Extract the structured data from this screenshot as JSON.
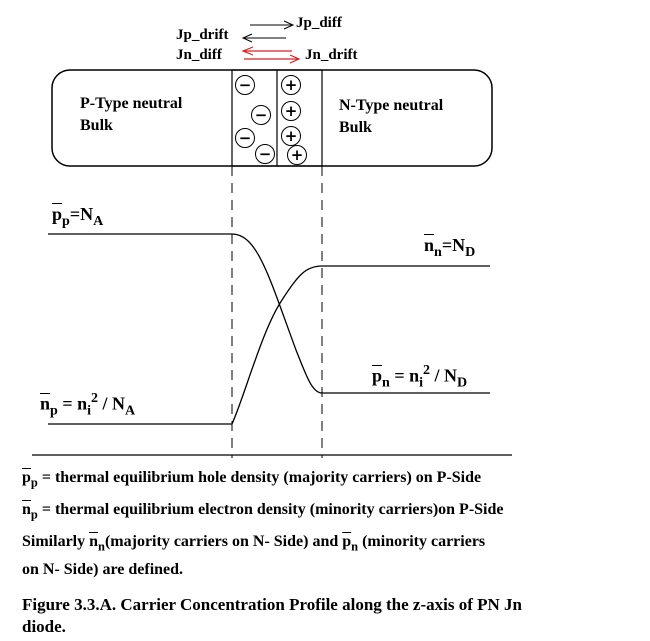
{
  "currents": {
    "jp_drift": "Jp_drift",
    "jp_diff": "Jp_diff",
    "jn_diff": "Jn_diff",
    "jn_drift": "Jn_drift"
  },
  "bulk": {
    "p_line1": "P-Type neutral",
    "p_line2": "Bulk",
    "n_line1": "N-Type neutral",
    "n_line2": "Bulk"
  },
  "ions": {
    "negative": "−",
    "positive": "+"
  },
  "curve_labels": {
    "pp": {
      "var": "p",
      "sub": "p",
      "eq": "=N",
      "eq_sub": "A"
    },
    "nn": {
      "var": "n",
      "sub": "n",
      "eq": "=N",
      "eq_sub": "D"
    },
    "pn": {
      "var": "p",
      "sub": "n",
      "eq": " = n",
      "eq_sub": "i",
      "sup": "2",
      "tail": " / N",
      "tail_sub": "D"
    },
    "np": {
      "var": "n",
      "sub": "p",
      "eq": " = n",
      "eq_sub": "i",
      "sup": "2",
      "tail": " / N",
      "tail_sub": "A"
    }
  },
  "legend": {
    "line1_var": "p",
    "line1_sub": "p",
    "line1_text": "=  thermal equilibrium hole density (majority carriers) on P-Side",
    "line2_var": "n",
    "line2_sub": "p",
    "line2_text": "=  thermal equilibrium electron density (minority carriers)on P-Side",
    "line3_a": "Similarly ",
    "line3_var1": "n",
    "line3_sub1": "n",
    "line3_b": "(majority carriers on N- Side)  and ",
    "line3_var2": "p",
    "line3_sub2": "n",
    "line3_c": " (minority carriers",
    "line4": "on N- Side) are defined."
  },
  "caption": {
    "line1": "Figure 3.3.A. Carrier Concentration Profile along the z-axis of PN Jn",
    "line2": "diode."
  },
  "colors": {
    "ink": "#000000",
    "arrow_red": "#d62020"
  }
}
